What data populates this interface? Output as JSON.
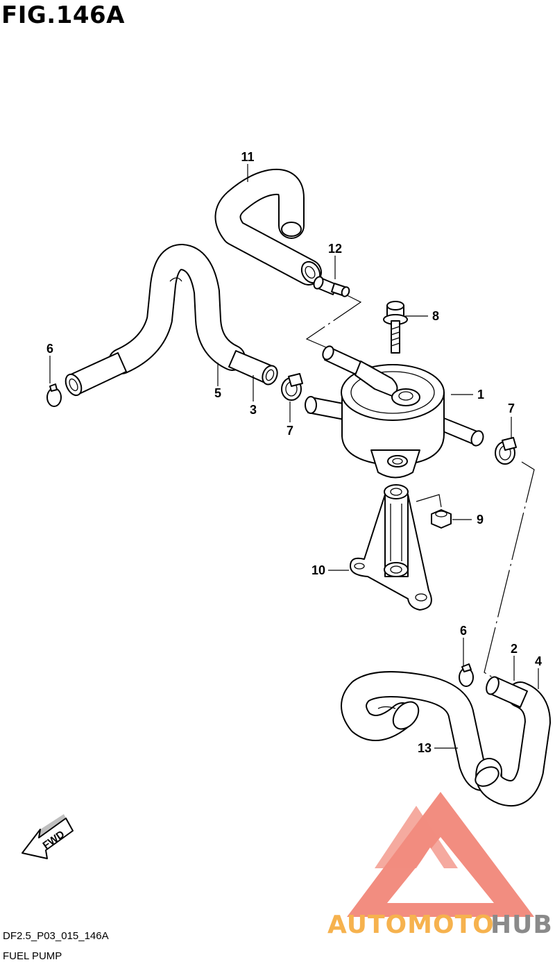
{
  "figure": {
    "title": "FIG.146A",
    "code": "DF2.5_P03_015_146A",
    "caption": "FUEL PUMP",
    "fwd_label": "FWD"
  },
  "callouts": [
    {
      "id": "1",
      "label": "1"
    },
    {
      "id": "2",
      "label": "2"
    },
    {
      "id": "3",
      "label": "3"
    },
    {
      "id": "4",
      "label": "4"
    },
    {
      "id": "5",
      "label": "5"
    },
    {
      "id": "6a",
      "label": "6"
    },
    {
      "id": "6b",
      "label": "6"
    },
    {
      "id": "7a",
      "label": "7"
    },
    {
      "id": "7b",
      "label": "7"
    },
    {
      "id": "8",
      "label": "8"
    },
    {
      "id": "9",
      "label": "9"
    },
    {
      "id": "10",
      "label": "10"
    },
    {
      "id": "11",
      "label": "11"
    },
    {
      "id": "12",
      "label": "12"
    },
    {
      "id": "13",
      "label": "13"
    }
  ],
  "watermark": {
    "brand_part1": "AUTOMOTO",
    "brand_part2": "HUB",
    "color_logo": "#f07a6a",
    "color_text1": "#f6b24e",
    "color_text2": "#8a8a8a"
  }
}
